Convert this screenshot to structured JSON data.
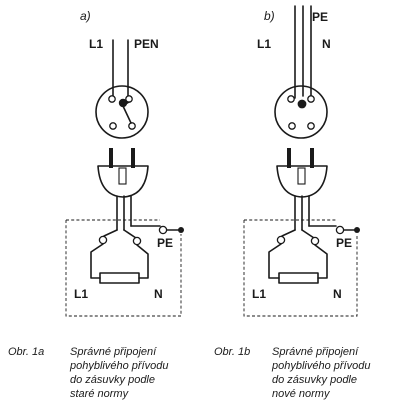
{
  "diagram_a": {
    "label": "a)",
    "wire_left": "L1",
    "wire_right": "PEN",
    "pe_terminal": "PE",
    "terminal_left": "L1",
    "terminal_right": "N",
    "caption_number": "Obr. 1a",
    "caption_lines": [
      "Správné připojení",
      "pohyblivého přívodu",
      "do zásuvky podle",
      "staré normy"
    ]
  },
  "diagram_b": {
    "label": "b)",
    "wire_top": "PE",
    "wire_left": "L1",
    "wire_right": "N",
    "pe_terminal": "PE",
    "terminal_left": "L1",
    "terminal_right": "N",
    "caption_number": "Obr. 1b",
    "caption_lines": [
      "Správné připojení",
      "pohyblivého přívodu",
      "do zásuvky podle",
      "nové normy"
    ]
  }
}
